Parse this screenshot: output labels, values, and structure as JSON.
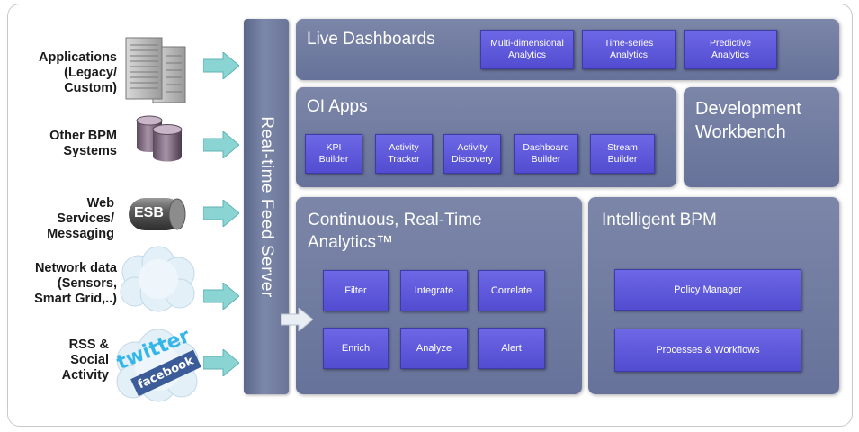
{
  "sources": [
    {
      "label": "Applications\n(Legacy/\nCustom)",
      "icon": "server-icon"
    },
    {
      "label": "Other BPM\nSystems",
      "icon": "database-icon"
    },
    {
      "label": "Web\nServices/\nMessaging",
      "icon": "esb-cylinder-icon",
      "icon_text": "ESB"
    },
    {
      "label": "Network data\n(Sensors,\nSmart Grid,..)",
      "icon": "cloud-icon"
    },
    {
      "label": "RSS &\nSocial\nActivity",
      "icon": "social-cloud-icon",
      "icon_text_1": "twitter",
      "icon_text_2": "facebook"
    }
  ],
  "feed_server": {
    "label": "Real-time Feed Server"
  },
  "live_dashboards": {
    "title": "Live Dashboards",
    "items": [
      "Multi-dimensional\nAnalytics",
      "Time-series\nAnalytics",
      "Predictive\nAnalytics"
    ]
  },
  "oi_apps": {
    "title": "OI Apps",
    "items": [
      "KPI\nBuilder",
      "Activity\nTracker",
      "Activity\nDiscovery",
      "Dashboard\nBuilder",
      "Stream\nBuilder"
    ]
  },
  "dev_workbench": {
    "title": "Development\nWorkbench"
  },
  "analytics": {
    "title": "Continuous, Real-Time\nAnalytics™",
    "items": [
      "Filter",
      "Integrate",
      "Correlate",
      "Enrich",
      "Analyze",
      "Alert"
    ]
  },
  "bpm": {
    "title": "Intelligent BPM",
    "items": [
      "Policy Manager",
      "Processes & Workflows"
    ]
  },
  "colors": {
    "panel": "#707ba0",
    "box": "#5e59dc",
    "arrow": "#8ad4d4"
  }
}
